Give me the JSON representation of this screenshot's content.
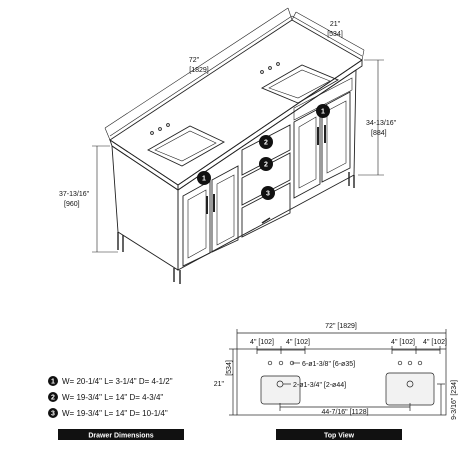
{
  "vanity_view": {
    "width_label": "72\"",
    "width_metric": "[1829]",
    "depth_label": "21\"",
    "depth_metric": "[534]",
    "counter_height_label": "34-13/16\"",
    "counter_height_metric": "[884]",
    "cabinet_height_label": "37-13/16\"",
    "cabinet_height_metric": "[960]",
    "callouts": [
      "1",
      "2",
      "2",
      "3",
      "1"
    ]
  },
  "drawer_dimensions": {
    "title": "Drawer Dimensions",
    "rows": [
      {
        "marker": "1",
        "text": "W= 20-1/4\"  L= 3-1/4\"  D= 4-1/2\""
      },
      {
        "marker": "2",
        "text": "W= 19-3/4\"  L= 14\"  D= 4-3/4\""
      },
      {
        "marker": "3",
        "text": "W= 19-3/4\"  L= 14\"  D= 10-1/4\""
      }
    ]
  },
  "top_view": {
    "title": "Top View",
    "overall_width": "72\" [1829]",
    "depth": "21\"",
    "depth_metric": "[534]",
    "faucet_spacing_left_1": "4\" [102]",
    "faucet_spacing_left_2": "4\" [102]",
    "faucet_spacing_right_1": "4\" [102]",
    "faucet_spacing_right_2": "4\" [102]",
    "faucet_hole": "6-ø1-3/8\" [6-ø35]",
    "drain_hole": "2-ø1-3/4\" [2-ø44]",
    "sink_spacing": "44-7/16\" [1128]",
    "drain_offset": "9-3/16\" [234]"
  }
}
